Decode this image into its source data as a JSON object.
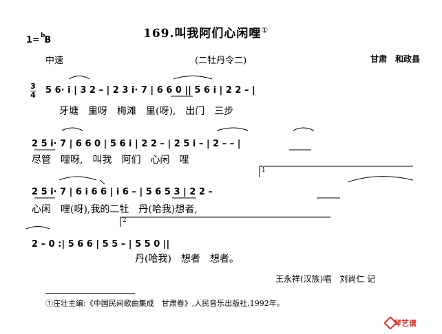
{
  "header": {
    "title": "169.叫我阿们心闲哩",
    "title_mark": "①",
    "key": "1=",
    "key_flat": "b",
    "key_note": "B",
    "tempo": "中速",
    "subtitle": "(二牡丹令二)",
    "region": "甘肃　和政县"
  },
  "time_signature": {
    "top": "3",
    "bottom": "4"
  },
  "lines": [
    {
      "notes": "5 6· i | 3 2 – | 2 3 i· 7 | 6 6 0 || 5 6 i | 2 2 – |",
      "lyrics": "牙塘　里呀　梅滩　里(呀),　出门　三步"
    },
    {
      "notes": "2 5 i· 7 | 6 6 0 | 5 6 i | 2 2 – | 2 5 i – | 2 – – |",
      "lyrics": "尽管　哩呀,　叫我　阿们　心闲　哩"
    },
    {
      "notes": "2 5 i· 7 | 6 i 6 6 | i 6 – | 5 6 5 3 | 2 2 –",
      "lyrics": "心闲　哩(呀),我的二牡　丹(哈我)想者,",
      "volta1": "1"
    },
    {
      "notes": "2 – 0 :| 5 6 6 | 5 5 – | 5 5 0 ||",
      "lyrics": "丹(哈我)　想者　想者。",
      "volta2": "2"
    }
  ],
  "credits": "王永祥(汉族)唱　刘尚仁 记",
  "footnote": "①庄壮主编:《中国民间歌曲集成　甘肃卷》,人民音乐出版社,1992年。",
  "watermark": "琴艺谱"
}
